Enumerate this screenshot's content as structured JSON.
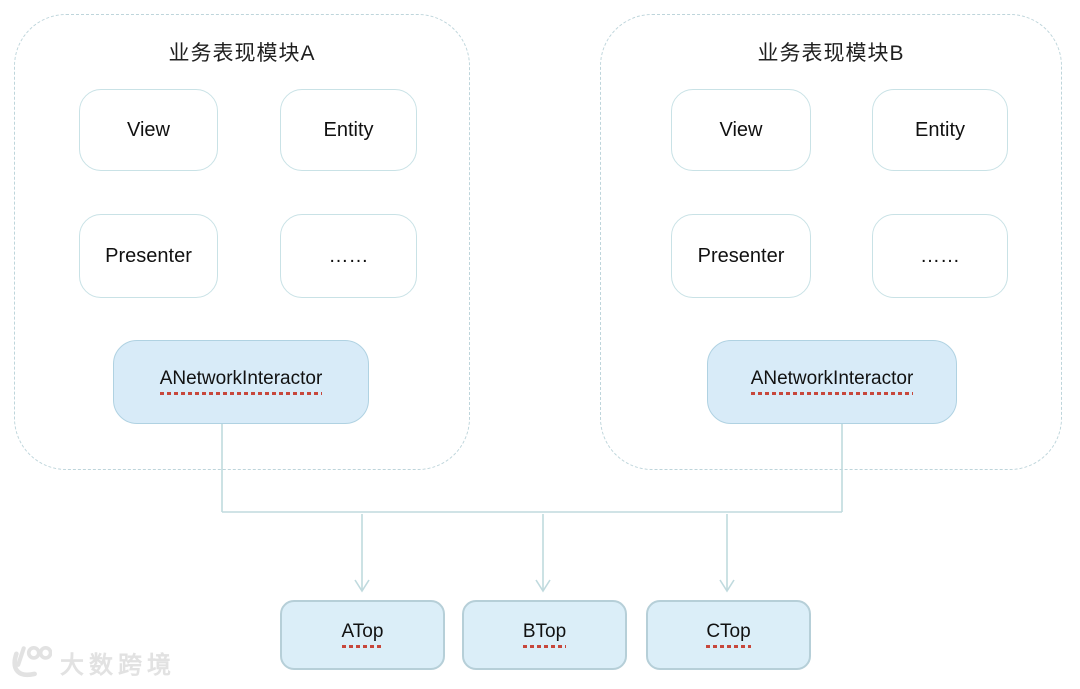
{
  "diagram": {
    "modules": [
      {
        "title": "业务表现模块A",
        "boxes": [
          {
            "label": "View"
          },
          {
            "label": "Entity"
          },
          {
            "label": "Presenter"
          },
          {
            "label": "……"
          }
        ],
        "interactor": {
          "label": "ANetworkInteractor"
        }
      },
      {
        "title": "业务表现模块B",
        "boxes": [
          {
            "label": "View"
          },
          {
            "label": "Entity"
          },
          {
            "label": "Presenter"
          },
          {
            "label": "……"
          }
        ],
        "interactor": {
          "label": "ANetworkInteractor"
        }
      }
    ],
    "bottom_boxes": [
      {
        "label": "ATop"
      },
      {
        "label": "BTop"
      },
      {
        "label": "CTop"
      }
    ]
  },
  "watermark": {
    "text": "大数跨境",
    "logo": "100-smile-logo"
  },
  "colors": {
    "module_border": "#bed5db",
    "small_box_border": "#c9e2e6",
    "interactor_fill": "#d8ebf8",
    "interactor_border": "#b0d2e2",
    "bottom_box_fill": "#dbeef8",
    "bottom_box_border": "#b6cfd8",
    "connector": "#c0dade",
    "spellcheck_underline": "#c7473c",
    "text": "#1d1d1f"
  }
}
